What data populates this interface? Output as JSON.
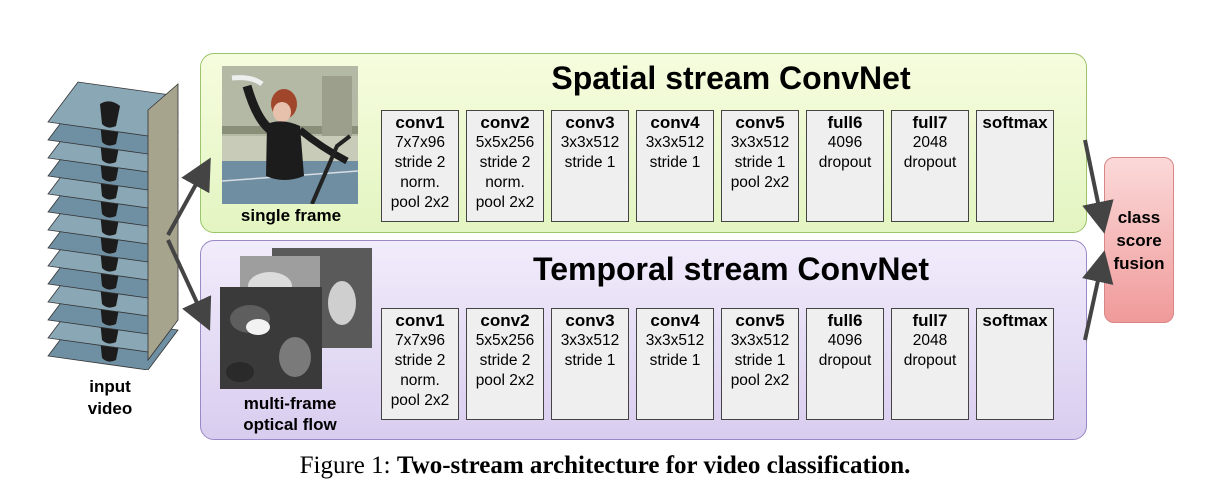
{
  "input": {
    "label_line1": "input",
    "label_line2": "video"
  },
  "spatial": {
    "title": "Spatial stream ConvNet",
    "thumbnail_caption": "single frame",
    "layers": [
      {
        "name": "conv1",
        "spec": "7x7x96\nstride 2\nnorm.\npool 2x2"
      },
      {
        "name": "conv2",
        "spec": "5x5x256\nstride 2\nnorm.\npool 2x2"
      },
      {
        "name": "conv3",
        "spec": "3x3x512\nstride 1"
      },
      {
        "name": "conv4",
        "spec": "3x3x512\nstride 1"
      },
      {
        "name": "conv5",
        "spec": "3x3x512\nstride 1\npool 2x2"
      },
      {
        "name": "full6",
        "spec": "4096\ndropout"
      },
      {
        "name": "full7",
        "spec": "2048\ndropout"
      },
      {
        "name": "softmax",
        "spec": ""
      }
    ],
    "colors": {
      "fill": "#e3f5c1",
      "border": "#9bc46b"
    }
  },
  "temporal": {
    "title": "Temporal stream ConvNet",
    "thumbnail_caption_line1": "multi-frame",
    "thumbnail_caption_line2": "optical flow",
    "layers": [
      {
        "name": "conv1",
        "spec": "7x7x96\nstride 2\nnorm.\npool 2x2"
      },
      {
        "name": "conv2",
        "spec": "5x5x256\nstride 2\npool 2x2"
      },
      {
        "name": "conv3",
        "spec": "3x3x512\nstride 1"
      },
      {
        "name": "conv4",
        "spec": "3x3x512\nstride 1"
      },
      {
        "name": "conv5",
        "spec": "3x3x512\nstride 1\npool 2x2"
      },
      {
        "name": "full6",
        "spec": "4096\ndropout"
      },
      {
        "name": "full7",
        "spec": "2048\ndropout"
      },
      {
        "name": "softmax",
        "spec": ""
      }
    ],
    "colors": {
      "fill": "#d9cdef",
      "border": "#9a89c6"
    }
  },
  "fusion": {
    "label": "class\nscore\nfusion",
    "color": "#f09a9a"
  },
  "caption": {
    "prefix": "Figure 1: ",
    "title": "Two-stream architecture for video classification."
  }
}
